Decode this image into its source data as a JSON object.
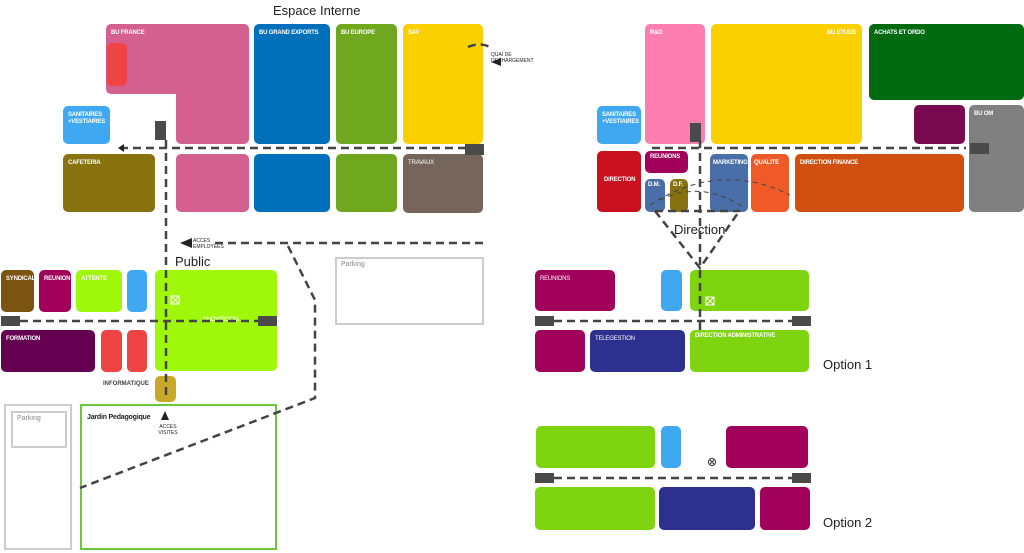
{
  "titles": {
    "espace_interne": "Espace Interne",
    "public": "Public",
    "direction": "Direction",
    "option1": "Option 1",
    "option2": "Option 2"
  },
  "left": {
    "bu_france": "BU FRANCE",
    "bu_grand_exports": "BU GRAND EXPORTS",
    "bu_europe": "BU EUROPE",
    "sav": "SAV",
    "sanitaires": "SANITAIRES +VESTIAIRES",
    "cafeteria": "CAFETERIA",
    "travaux": "TRAVAUX",
    "quai": "QUAI DE DECHARGEMENT",
    "acces_employes": "ACCES EMPLOYEES",
    "syndical": "SYNDICAL",
    "reunion": "REUNION",
    "attente": "ATTENTE",
    "showroom": "SHOWROOM",
    "formation": "FORMATION",
    "informatique": "INFORMATIQUE",
    "parking1": "Parking",
    "parking2": "Parking",
    "jardin": "Jardin Pedagogique",
    "acces_visites": "ACCES VISITES"
  },
  "right": {
    "rd": "R&D",
    "bu_etude": "BU ETUDE",
    "achats": "ACHATS ET ORDO",
    "sanitaires": "SANITAIRES +VESTIAIRES",
    "bu_om": "BU OM",
    "direction": "DIRECTION",
    "reunions": "REUNIONS",
    "dm": "D.M.",
    "df": "D.F.",
    "marketing": "MARKETING",
    "qualite": "QUALITE",
    "direction_finance": "DIRECTION FINANCE"
  },
  "option1": {
    "reunions": "REUNIONS",
    "telegestion": "TELEGESTION",
    "direction_admin": "DIRECTION ADMINISTRATIVE"
  },
  "colors": {
    "pink": "#d4608f",
    "blue": "#0070bb",
    "green": "#6fa81e",
    "yellow": "#fad000",
    "brown": "#8a7010",
    "grey": "#76655a",
    "lime": "#9ff80a",
    "purple": "#a0005a"
  }
}
